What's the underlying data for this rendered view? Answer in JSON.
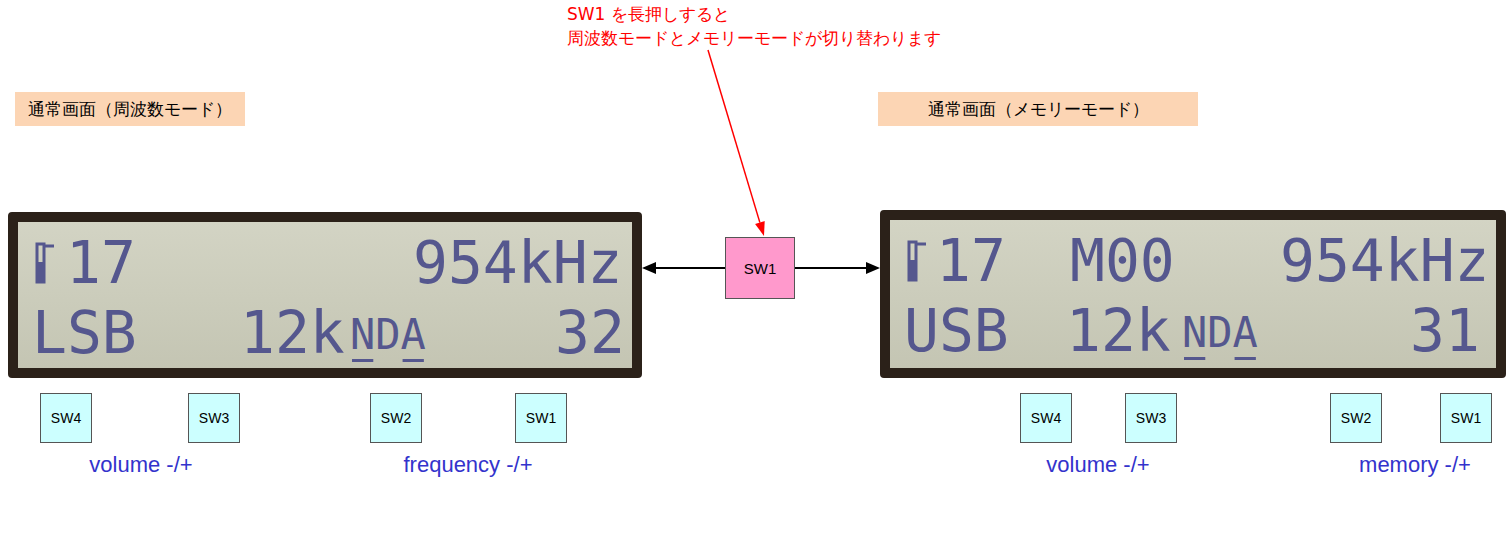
{
  "diagram": {
    "nodes": [
      {
        "text": [
          "通常画面（周波数モード）"
        ]
      },
      {
        "text": [
          "17",
          "954kHz",
          "LSB",
          "12k",
          "NDA",
          "32"
        ]
      },
      {
        "text": [
          "SW1"
        ]
      },
      {
        "text": [
          "通常画面（メモリーモード）"
        ]
      },
      {
        "text": [
          "17",
          "M00",
          "954kHz",
          "USB",
          "12k",
          "NDA",
          "31"
        ]
      },
      {
        "text": [
          "SW4"
        ]
      },
      {
        "text": [
          "SW3"
        ]
      },
      {
        "text": [
          "SW2"
        ]
      },
      {
        "text": [
          "SW1"
        ]
      },
      {
        "text": [
          "SW4"
        ]
      },
      {
        "text": [
          "SW3"
        ]
      },
      {
        "text": [
          "SW2"
        ]
      },
      {
        "text": [
          "SW1"
        ]
      }
    ],
    "edges": [
      {
        "from": 2,
        "to": 1,
        "arrow": "to"
      },
      {
        "from": 2,
        "to": 4,
        "arrow": "to"
      }
    ],
    "labels": [
      "SW1 を長押しすると",
      "周波数モードとメモリーモードが切り替わります",
      "volume -/+",
      "frequency -/+",
      "volume -/+",
      "memory -/+"
    ]
  }
}
